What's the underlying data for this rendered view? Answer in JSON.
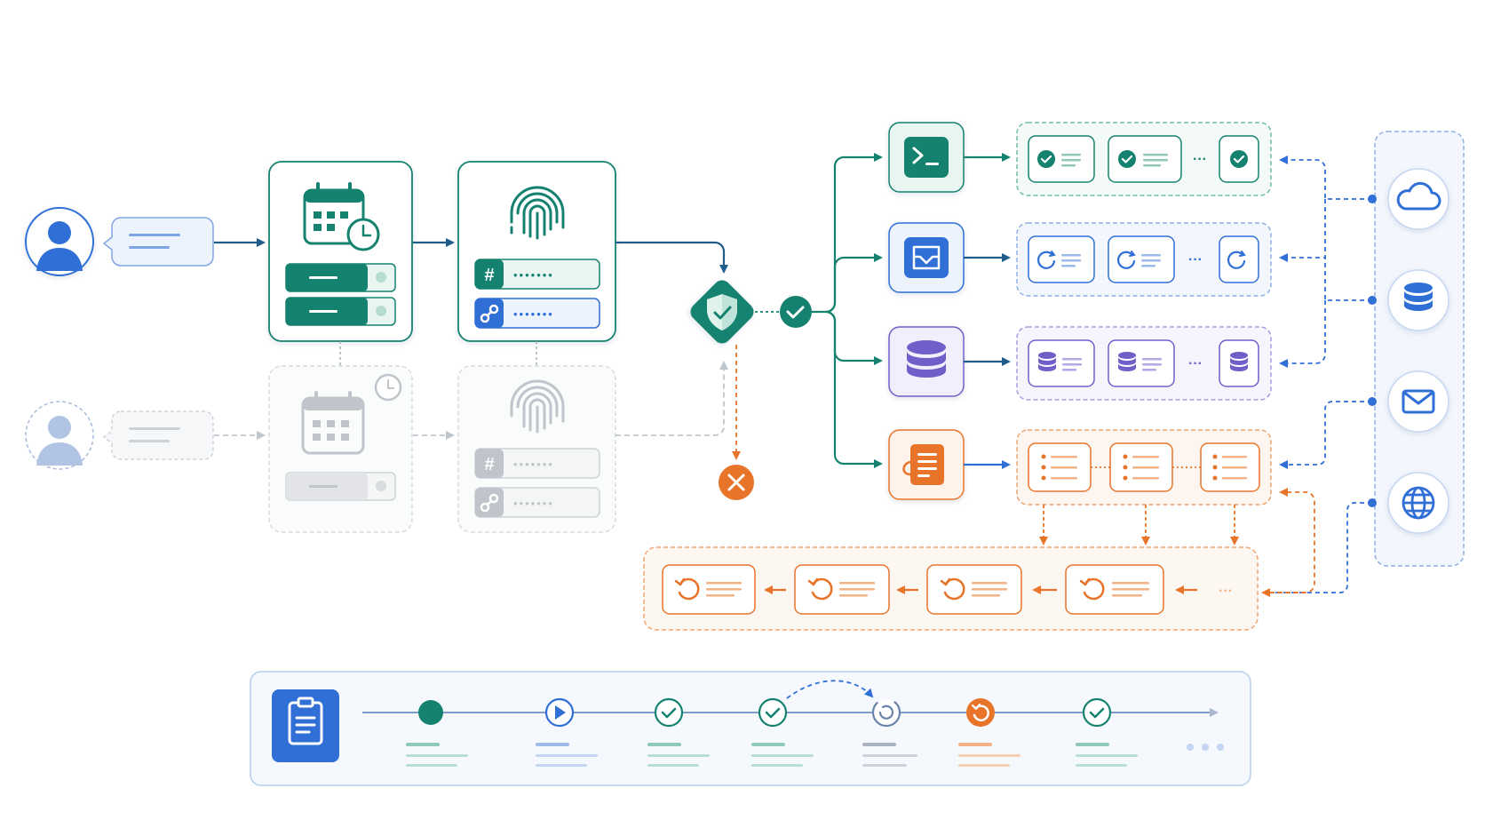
{
  "colors": {
    "teal": "#15826f",
    "teal_light": "#e8f5f1",
    "navy": "#1e5c8c",
    "blue": "#2f6fd6",
    "blue_light": "#edf3fd",
    "purple": "#6f5fc9",
    "purple_light": "#f1effb",
    "orange": "#e8742a",
    "orange_light": "#fdf3eb",
    "gray": "#bfc5cc",
    "gray_light": "#f6f7f8"
  },
  "icons": {
    "user": "user-icon",
    "calendar": "calendar-clock-icon",
    "fingerprint": "fingerprint-icon",
    "hash": "hash-icon",
    "link": "link-icon",
    "shield": "shield-check-icon",
    "terminal": "terminal-icon",
    "inbox": "inbox-icon",
    "database": "database-icon",
    "document": "document-icon",
    "cloud": "cloud-icon",
    "mail": "mail-icon",
    "globe": "globe-icon",
    "clipboard": "clipboard-icon",
    "undo": "undo-icon"
  },
  "glyphs": {
    "hash": "#",
    "ellipsis": "···",
    "password_dots": "•••••••"
  },
  "timeline": {
    "steps": [
      {
        "state": "done"
      },
      {
        "state": "play"
      },
      {
        "state": "check"
      },
      {
        "state": "check"
      },
      {
        "state": "pending"
      },
      {
        "state": "revert"
      },
      {
        "state": "check"
      }
    ]
  }
}
